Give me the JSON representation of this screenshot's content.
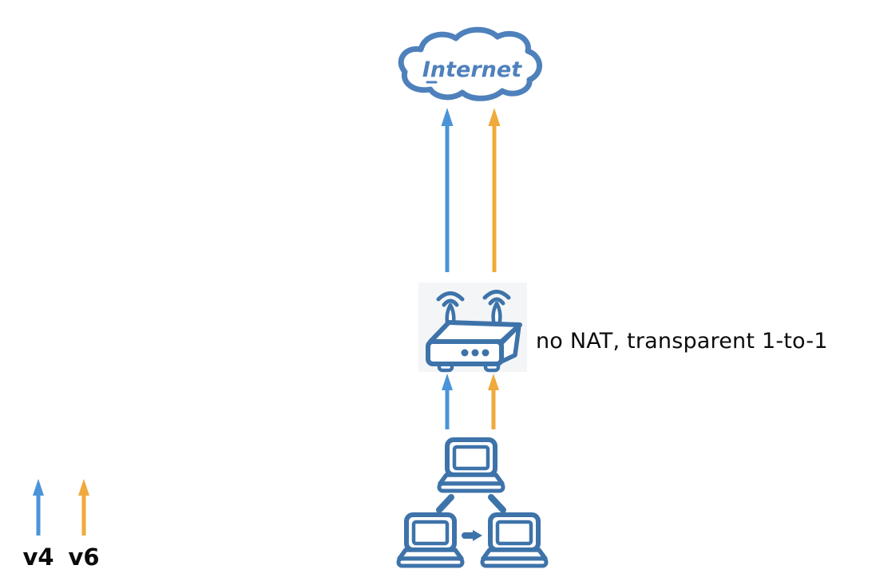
{
  "cloud": {
    "label": "Internet"
  },
  "router": {
    "annotation": "no NAT, transparent 1-to-1"
  },
  "legend": {
    "v4_label": "v4",
    "v6_label": "v6"
  },
  "colors": {
    "arrow_v4": "#4A94DA",
    "arrow_v6": "#F0A93B",
    "icon_blue": "#3E73AA",
    "cloud_blue": "#4E81BC",
    "router_bg": "#F4F5F7",
    "text": "#0B0B0B"
  }
}
